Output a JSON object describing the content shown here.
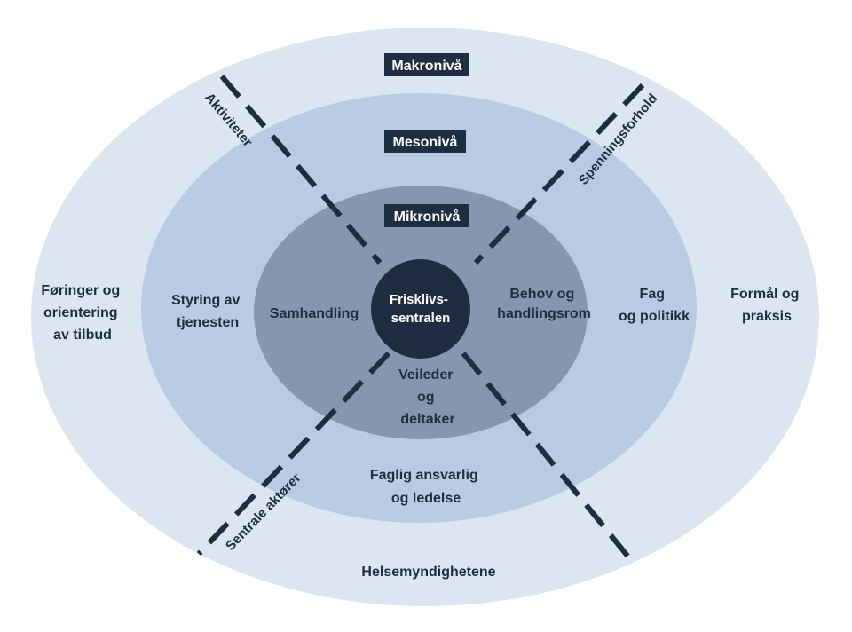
{
  "levels": {
    "macro": "Makronivå",
    "meso": "Mesonivå",
    "micro": "Mikronivå"
  },
  "axes": {
    "top_left": "Aktiviteter",
    "top_right": "Spenningsforhold",
    "bottom_left": "Sentrale aktører"
  },
  "center": [
    "Frisklivs-",
    "sentralen"
  ],
  "micro": {
    "left": "Samhandling",
    "right": [
      "Behov og",
      "handlingsrom"
    ],
    "bottom": [
      "Veileder",
      "og",
      "deltaker"
    ]
  },
  "meso": {
    "left": [
      "Styring av",
      "tjenesten"
    ],
    "right": [
      "Fag",
      "og politikk"
    ],
    "bottom": [
      "Faglig ansvarlig",
      "og ledelse"
    ]
  },
  "macro": {
    "left": [
      "Føringer og",
      "orientering",
      "av tilbud"
    ],
    "right": [
      "Formål og",
      "praksis"
    ],
    "bottom": "Helsemyndighetene"
  },
  "colors": {
    "outer": "#dce6f1",
    "middle": "#b9cbe4",
    "inner": "#8496b0",
    "center": "#1f2d40",
    "badge": "#1f2d40",
    "dash": "#1f2d40",
    "text": "#1f2d40"
  }
}
